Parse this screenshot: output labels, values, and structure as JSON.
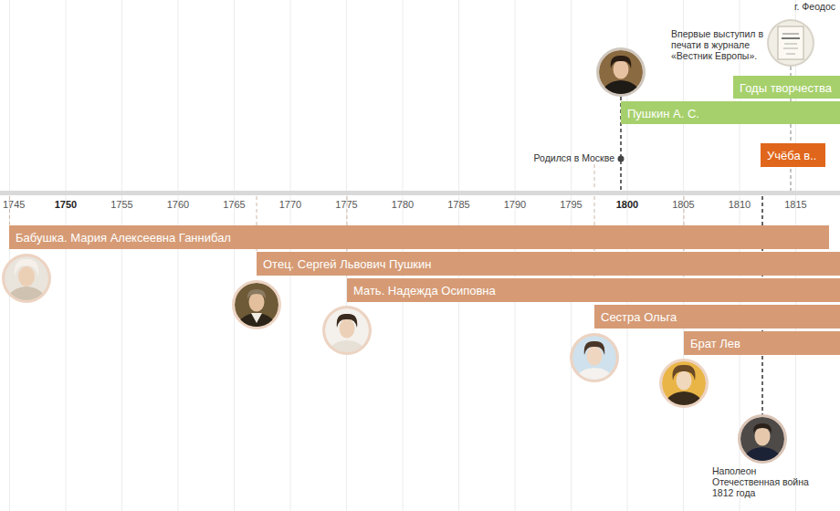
{
  "diagram": {
    "nodes": [
      {
        "text": [
          "Годы творчества"
        ]
      },
      {
        "text": [
          "Пушкин А. С."
        ]
      },
      {
        "text": [
          "Учёба в.."
        ]
      },
      {
        "text": [
          "Бабушка. Мария Алексеевна Ганнибал"
        ]
      },
      {
        "text": [
          "Отец. Сергей Львович Пушкин"
        ]
      },
      {
        "text": [
          "Мать. Надежда Осиповна"
        ]
      },
      {
        "text": [
          "Сестра Ольга"
        ]
      },
      {
        "text": [
          "Брат Лев"
        ]
      }
    ],
    "labels": [
      "г. Феодос",
      "Впервые выступил в печати в журнале «Вестник Европы».",
      "Родился в Москве",
      "1745",
      "1750",
      "1755",
      "1760",
      "1765",
      "1770",
      "1775",
      "1780",
      "1785",
      "1790",
      "1795",
      "1800",
      "1805",
      "1810",
      "1815",
      "Наполеон",
      "Отечественная война 1812 года"
    ]
  }
}
